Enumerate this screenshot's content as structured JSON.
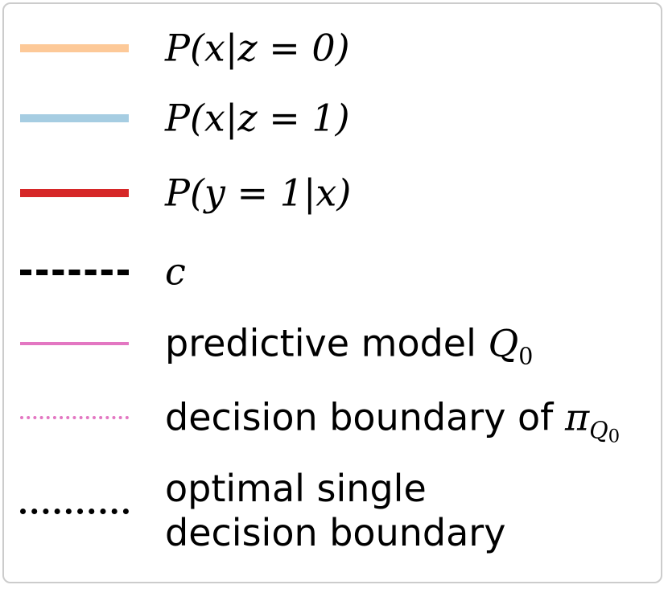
{
  "legend": {
    "entries": [
      {
        "label": "P(x|z = 0)",
        "color": "#fdc998",
        "style": "solid"
      },
      {
        "label": "P(x|z = 1)",
        "color": "#a6cde2",
        "style": "solid"
      },
      {
        "label": "P(y = 1|x)",
        "color": "#d62728",
        "style": "solid"
      },
      {
        "label": "c",
        "color": "#000000",
        "style": "dashed"
      },
      {
        "label_text": "predictive model",
        "label_math": "Q",
        "label_sub": "0",
        "color": "#e377c2",
        "style": "solid"
      },
      {
        "label_text": "decision boundary of",
        "label_math": "π",
        "label_sub": "Q",
        "label_subsub": "0",
        "color": "#e377c2",
        "style": "dotted"
      },
      {
        "label_line1": "optimal single",
        "label_line2": "decision boundary",
        "color": "#000000",
        "style": "dotted"
      }
    ]
  }
}
